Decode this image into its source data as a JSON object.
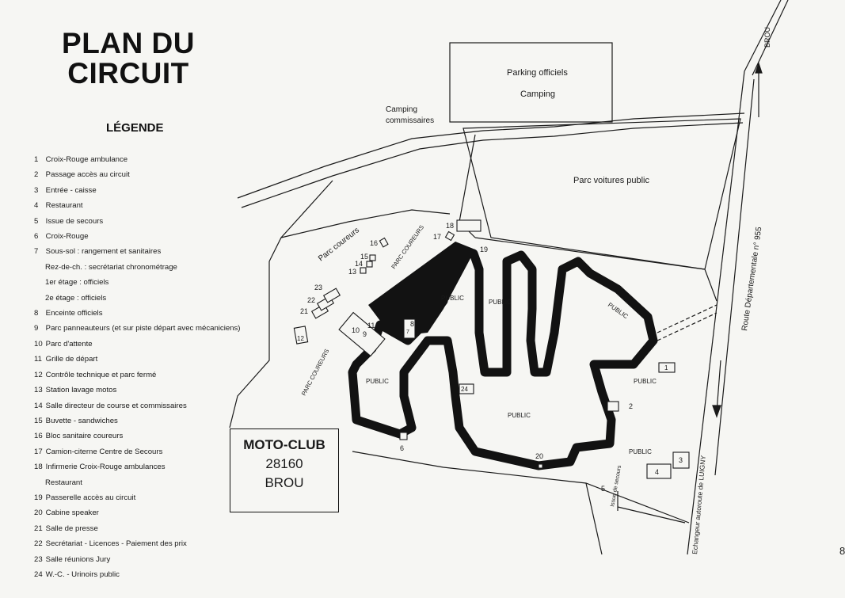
{
  "title": {
    "line1": "PLAN DU",
    "line2": "CIRCUIT"
  },
  "legend": {
    "heading": "LÉGENDE",
    "items": [
      {
        "num": "1",
        "text": "Croix-Rouge ambulance"
      },
      {
        "num": "2",
        "text": "Passage accès au circuit"
      },
      {
        "num": "3",
        "text": "Entrée - caisse"
      },
      {
        "num": "4",
        "text": "Restaurant"
      },
      {
        "num": "5",
        "text": "Issue de secours"
      },
      {
        "num": "6",
        "text": "Croix-Rouge"
      },
      {
        "num": "7",
        "text": "Sous-sol : rangement et sanitaires"
      },
      {
        "num": "",
        "text": "Rez-de-ch. : secrétariat chronométrage"
      },
      {
        "num": "",
        "text": "1er étage : officiels"
      },
      {
        "num": "",
        "text": "2e étage : officiels"
      },
      {
        "num": "8",
        "text": "Enceinte officiels"
      },
      {
        "num": "9",
        "text": "Parc panneauteurs (et sur piste départ avec mécaniciens)"
      },
      {
        "num": "10",
        "text": "Parc d'attente"
      },
      {
        "num": "11",
        "text": "Grille de départ"
      },
      {
        "num": "12",
        "text": "Contrôle technique et parc fermé"
      },
      {
        "num": "13",
        "text": "Station lavage motos"
      },
      {
        "num": "14",
        "text": "Salle directeur de course et commissaires"
      },
      {
        "num": "15",
        "text": "Buvette - sandwiches"
      },
      {
        "num": "16",
        "text": "Bloc sanitaire coureurs"
      },
      {
        "num": "17",
        "text": "Camion-citerne Centre de Secours"
      },
      {
        "num": "18",
        "text": "Infirmerie Croix-Rouge ambulances"
      },
      {
        "num": "",
        "text": "Restaurant"
      },
      {
        "num": "19",
        "text": "Passerelle accès au circuit"
      },
      {
        "num": "20",
        "text": "Cabine speaker"
      },
      {
        "num": "21",
        "text": "Salle de presse"
      },
      {
        "num": "22",
        "text": "Secrétariat - Licences - Paiement des prix"
      },
      {
        "num": "23",
        "text": "Salle réunions Jury"
      },
      {
        "num": "24",
        "text": "W.-C. - Urinoirs public"
      }
    ]
  },
  "club": {
    "name": "MOTO-CLUB",
    "postcode": "28160",
    "town": "BROU"
  },
  "map": {
    "parking_officiels": "Parking officiels",
    "camping": "Camping",
    "camping_commissaires_1": "Camping",
    "camping_commissaires_2": "commissaires",
    "parc_voitures": "Parc voitures public",
    "parc_coureurs": "Parc coureurs",
    "parc_coureurs_caps": "PARC COUREURS",
    "public": "PUBLIC",
    "route_departementale": "Route Départementale n° 955",
    "brou": "BROU",
    "echangeur": "Echangeur autoroute de LUIGNY",
    "issue_secours": "Issue de secours",
    "markers": [
      "1",
      "2",
      "3",
      "4",
      "5",
      "6",
      "7",
      "8",
      "9",
      "10",
      "11",
      "12",
      "13",
      "14",
      "15",
      "16",
      "17",
      "18",
      "19",
      "20",
      "21",
      "22",
      "23",
      "24"
    ]
  },
  "page_number": "8"
}
